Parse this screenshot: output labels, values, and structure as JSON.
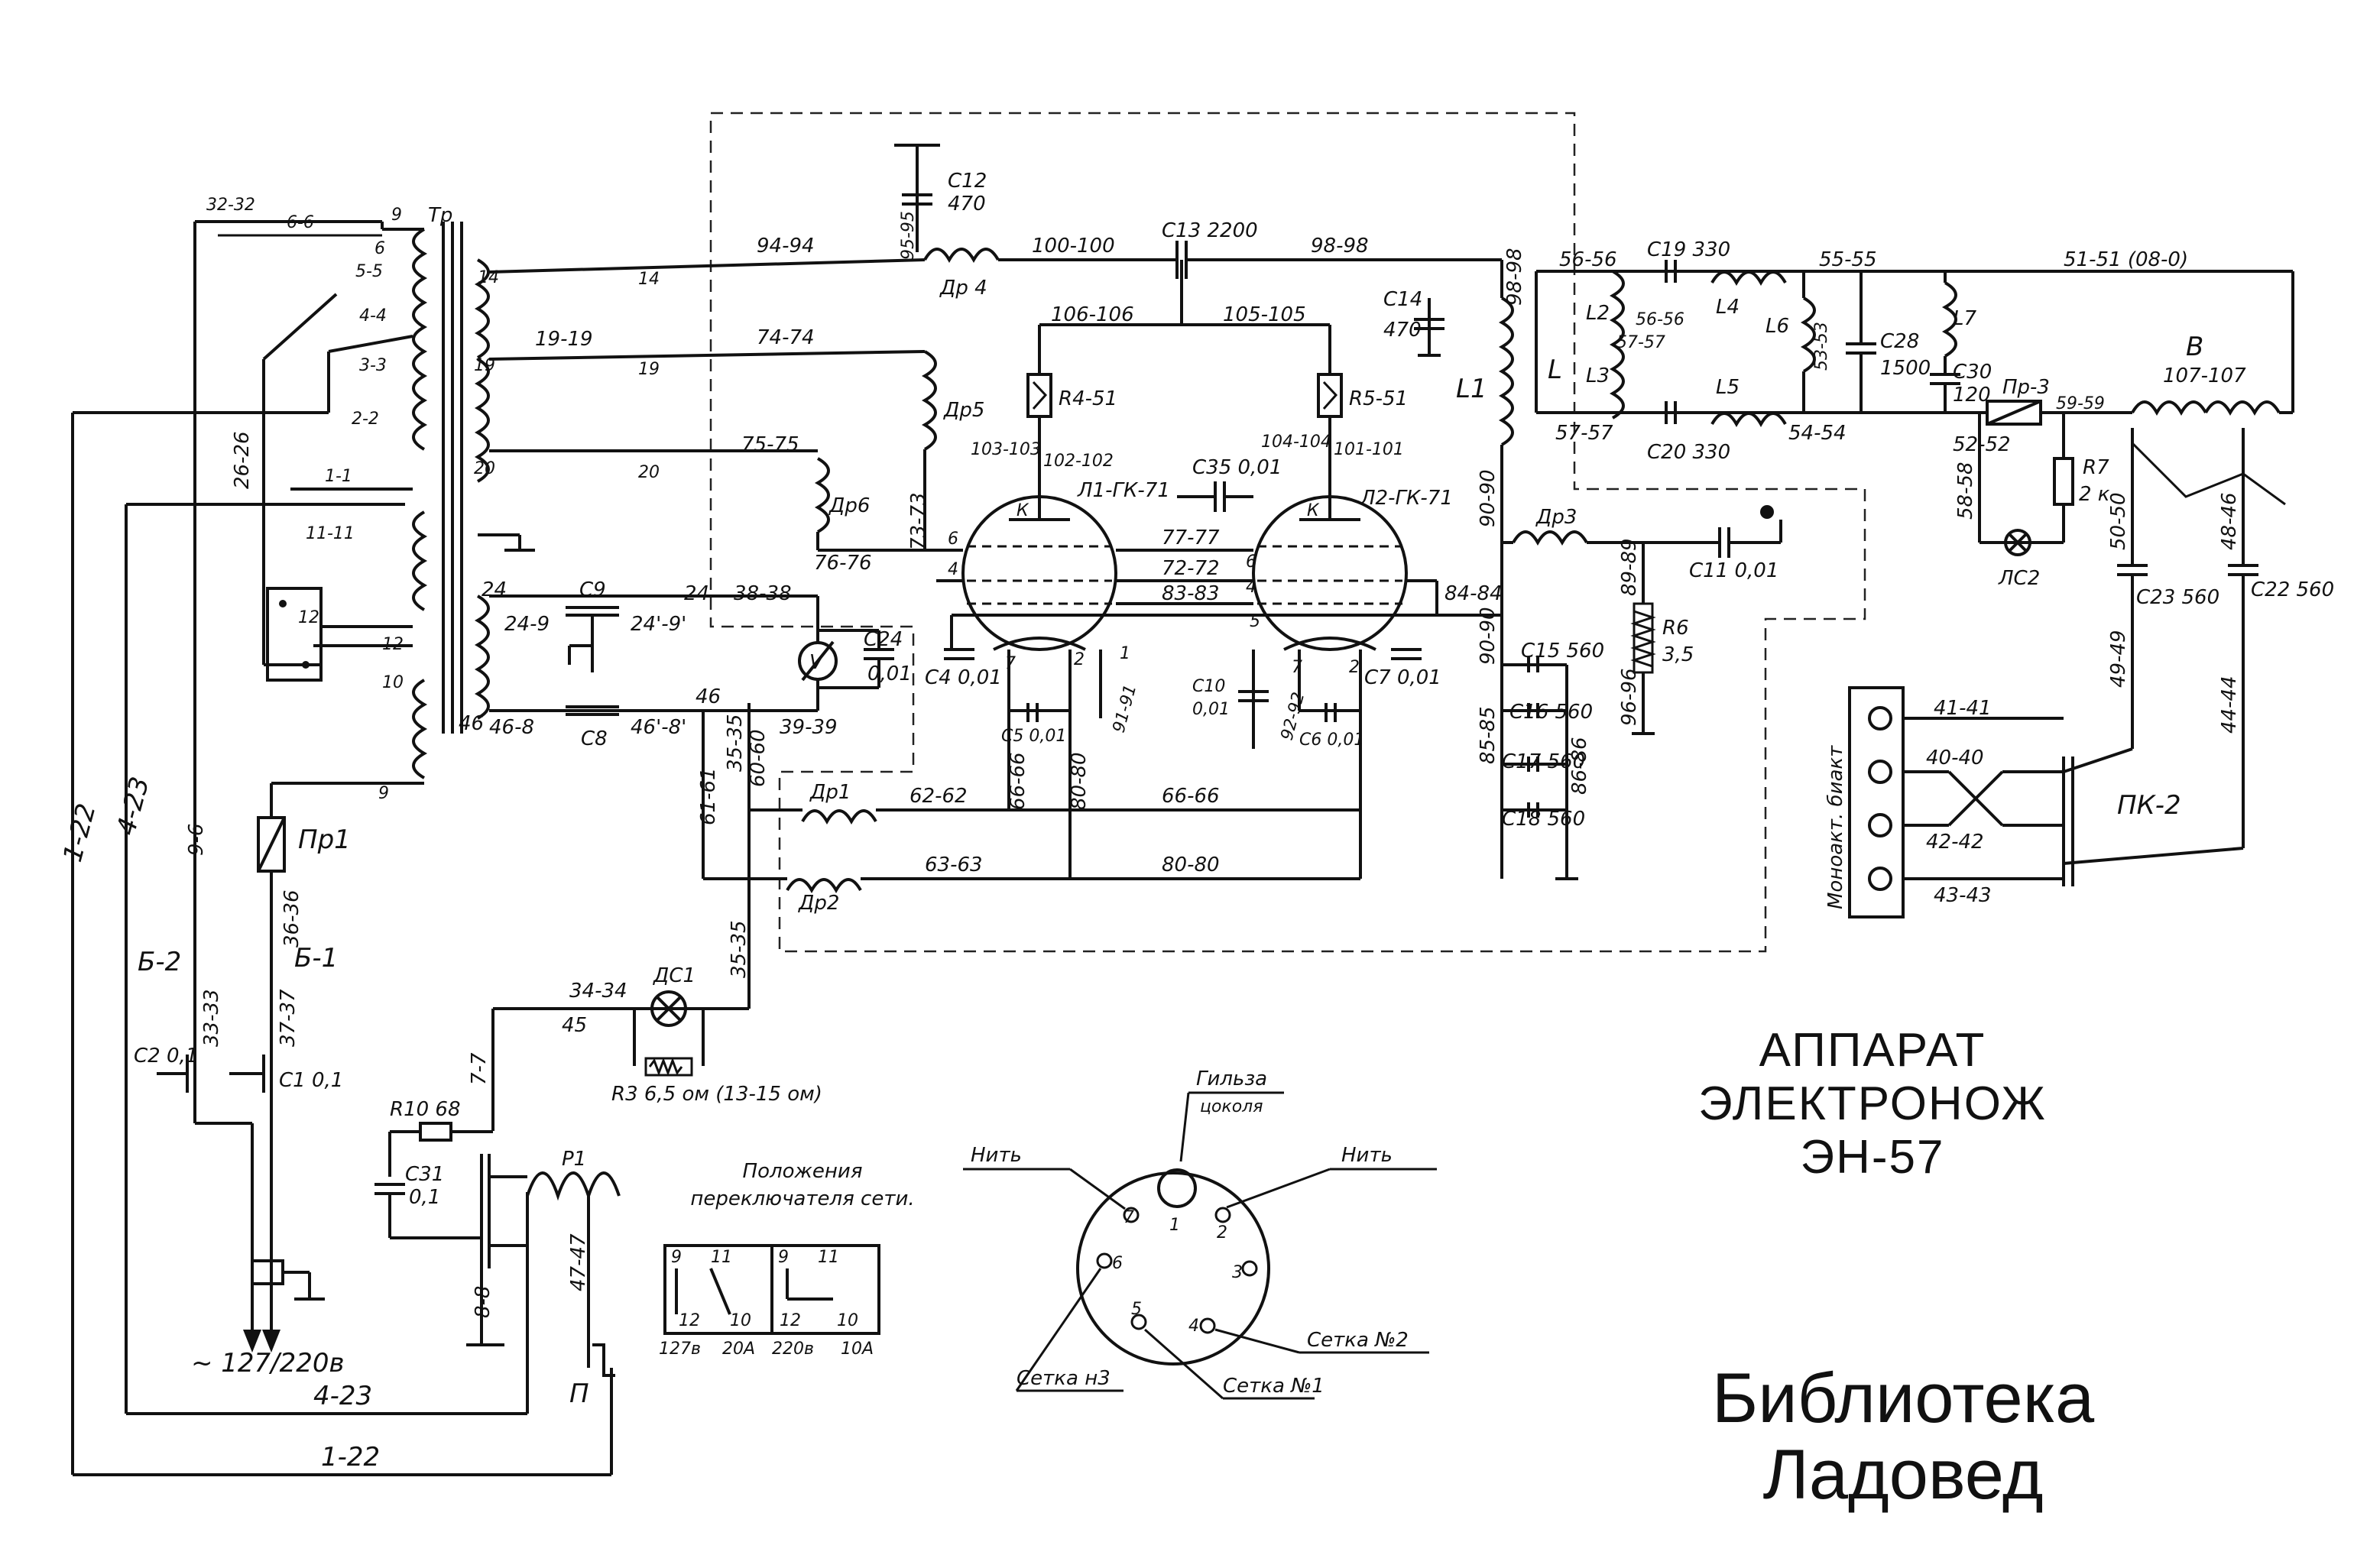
{
  "title": {
    "line1": "АППАРАТ",
    "line2": "ЭЛЕКТРОНОЖ",
    "line3": "ЭН-57"
  },
  "library": {
    "line1": "Библиотека",
    "line2": "Ладовед"
  },
  "switch_caption": {
    "line1": "Положения",
    "line2": "переключателя сети."
  },
  "labels": {
    "tr": "Тр",
    "w_32_32": "32-32",
    "w_6_6": "6-6",
    "t9": "9",
    "t6": "6",
    "t5_5": "5-5",
    "t4_4": "4-4",
    "t3_3": "3-3",
    "t2_2": "2-2",
    "t1_1": "1-1",
    "t11_11": "11-11",
    "t12": "12",
    "t10": "10",
    "t9b": "9",
    "w_26_26": "26-26",
    "w_1_22_v": "1-22",
    "w_4_23_v": "4-23",
    "w_9_6": "9-6",
    "pr1": "Пр1",
    "w_36_36": "36-36",
    "b2": "Б-2",
    "b1": "Б-1",
    "w_33_33": "33-33",
    "w_37_37": "37-37",
    "c2": "С2 0,1",
    "c1": "С1 0,1",
    "mains": "~ 127/220в",
    "w_4_23_h": "4-23",
    "w_1_22_h": "1-22",
    "p_switch": "П",
    "n14": "14",
    "n19": "19",
    "n20": "20",
    "n14b": "14",
    "n19b": "19",
    "n20b": "20",
    "w_19_19": "19-19",
    "w_94_94": "94-94",
    "w_74_74": "74-74",
    "w_75_75": "75-75",
    "w_95_95": "95-95",
    "c12": "С12",
    "c12v": "470",
    "dr4": "Др 4",
    "w_100_100": "100-100",
    "c13": "С13 2200",
    "w_98_98": "98-98",
    "w_98_98v": "98-98",
    "c14": "С14",
    "c14v": "470",
    "dr5": "Др5",
    "dr6": "Др6",
    "w_106_106": "106-106",
    "w_105_105": "105-105",
    "r4": "R4-51",
    "r5": "R5-51",
    "w_103_103": "103-103",
    "w_102_102": "102-102",
    "w_104_104": "104-104",
    "w_101_101": "101-101",
    "c35": "С35 0,01",
    "l1_lamp": "Л1-ГК-71",
    "l2_lamp": "Л2-ГК-71",
    "w_73_73": "73-73",
    "w_76_76": "76-76",
    "w_77_77": "77-77",
    "w_72_72": "72-72",
    "w_83_83": "83-83",
    "k1": "К",
    "k2": "К",
    "p6a": "6",
    "p4a": "4",
    "p6b": "6",
    "p4b": "4",
    "p7a": "7",
    "p2a": "2",
    "p1a": "1",
    "p5b": "5",
    "p7b": "7",
    "p2b": "2",
    "c4": "С4 0,01",
    "c5": "С5 0,01",
    "c6": "С6 0,01",
    "c7": "С7 0,01",
    "c10": "С10",
    "c10v": "0,01",
    "w_91_91": "91-91",
    "w_92_92": "92-92",
    "w_66_66v": "66-66",
    "w_80_80v": "80-80",
    "t24": "24",
    "w_24_9": "24-9",
    "c9": "С9",
    "w_24p_9p": "24'-9'",
    "n24": "24",
    "w_38_38": "38-38",
    "voltmeter": "V",
    "c24": "С24",
    "c24v": "0,01",
    "t46": "46",
    "w_46_8": "46-8",
    "c8": "С8",
    "w_46p_8p": "46'-8'",
    "n46": "46",
    "w_39_39": "39-39",
    "w_35_35": "35-35",
    "w_60_60": "60-60",
    "w_61_61": "61-61",
    "w_35_35b": "35-35",
    "dr1": "Др1",
    "dr2": "Др2",
    "w_62_62": "62-62",
    "w_66_66": "66-66",
    "w_63_63": "63-63",
    "w_80_80": "80-80",
    "w_34_34": "34-34",
    "n45": "45",
    "do1": "ДС1",
    "r3": "R3 6,5 ом (13-15 ом)",
    "w_7_7": "7-7",
    "r10": "R10 68",
    "c31": "С31",
    "c31v": "0,1",
    "w_8_8": "8-8",
    "p1": "Р1",
    "w_47_47": "47-47",
    "l_main": "L",
    "l1": "L1",
    "w_90_90": "90-90",
    "dr3": "Др3",
    "w_89_89": "89-89",
    "c11": "С11 0,01",
    "r6": "R6",
    "r6v": "3,5",
    "w_96_96": "96-96",
    "w_90_90b": "90-90",
    "w_84_84": "84-84",
    "c15": "С15 560",
    "c16": "С16 560",
    "c17": "С17 560",
    "c18": "С18 560",
    "w_85_85": "85-85",
    "w_86_86": "86-86",
    "w_56_56": "56-56",
    "c19": "С19 330",
    "w_55_55": "55-55",
    "w_51_51": "51-51 (08-0)",
    "l2": "L2",
    "l3": "L3",
    "l4": "L4",
    "l5": "L5",
    "l6": "L6",
    "l7": "L7",
    "l_coil": "L",
    "w_56_56b": "56-56",
    "w_57_57": "57-57",
    "w_53_53": "53-53",
    "c28": "С28",
    "c28v": "1500",
    "c30": "С30",
    "c30v": "120",
    "w_57_57b": "57-57",
    "c20": "С20 330",
    "w_54_54": "54-54",
    "w_52_52": "52-52",
    "pr3": "Пр-3",
    "w_59_59": "59-59",
    "b_label": "В",
    "w_107_107": "107-107",
    "w_58_58": "58-58",
    "r7": "R7",
    "r7v": "2 к",
    "lc2": "ЛС2",
    "w_50_50": "50-50",
    "w_48_46": "48-46",
    "c23": "С23 560",
    "c22": "С22 560",
    "w_49_49": "49-49",
    "w_44_44": "44-44",
    "pk2": "ПК-2",
    "w_41_41": "41-41",
    "w_40_40": "40-40",
    "w_42_42": "42-42",
    "w_43_43": "43-43",
    "terminal_caption": "Моноакт. биакт",
    "sock_heater_l": "Нить",
    "sock_sleeve": "Гильза",
    "sock_sleeve2": "цоколя",
    "sock_heater_r": "Нить",
    "sock_grid3": "Сетка н3",
    "sock_grid1": "Сетка №1",
    "sock_grid2": "Сетка №2",
    "pin1": "1",
    "pin2": "2",
    "pin3": "3",
    "pin4": "4",
    "pin5": "5",
    "pin6": "6",
    "pin7": "7",
    "sw_9a": "9",
    "sw_11a": "11",
    "sw_12a": "12",
    "sw_10a": "10",
    "sw_9b": "9",
    "sw_11b": "11",
    "sw_12b": "12",
    "sw_10b": "10",
    "sw_127": "127в",
    "sw_20a": "20А",
    "sw_220": "220в",
    "sw_10amp": "10А"
  }
}
